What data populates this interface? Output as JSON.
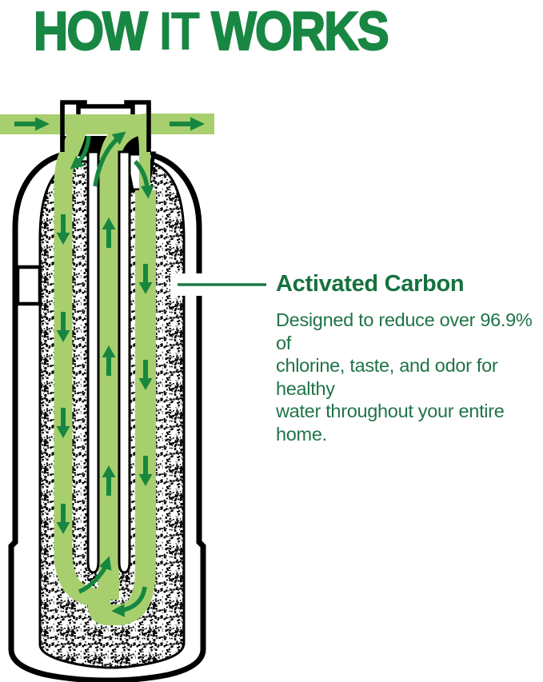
{
  "title": {
    "words": [
      "HOW",
      "IT",
      "WORKS"
    ],
    "color": "#188743"
  },
  "callout": {
    "heading": "Activated Carbon",
    "lines": [
      "Designed to reduce over 96.9% of",
      "chlorine, taste, and odor for healthy",
      "water throughout your entire home."
    ],
    "heading_color": "#15713f",
    "body_color": "#1f7448",
    "leader_line_color": "#1b7a45"
  },
  "diagram": {
    "subject": "water filter tank cross-section",
    "media": "activated carbon bed",
    "flow_color": "#a8cf6e",
    "arrow_color": "#17873f",
    "outline_color": "#000000",
    "flow_path": "inlet top-left, down side channels through carbon, up center riser, outlet top-right"
  }
}
